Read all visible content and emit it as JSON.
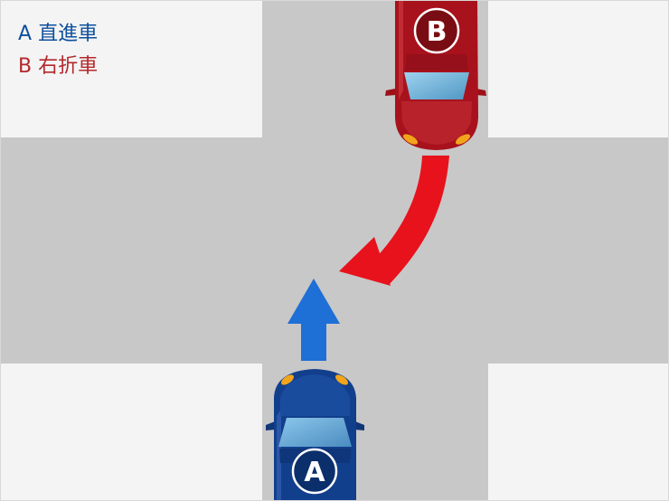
{
  "legend": {
    "a": {
      "letter": "A",
      "label": "直進車",
      "color": "#0d4f9c"
    },
    "b": {
      "letter": "B",
      "label": "右折車",
      "color": "#b3282b"
    }
  },
  "cars": {
    "a": {
      "badge": "A",
      "body_color": "#123f8c",
      "role": "straight"
    },
    "b": {
      "badge": "B",
      "body_color": "#a8121c",
      "role": "right-turn"
    }
  },
  "arrows": {
    "straight": {
      "color": "#1e6fd6",
      "icon": "arrow-up-icon"
    },
    "right_turn": {
      "color": "#e8121c",
      "icon": "curved-arrow-icon"
    }
  },
  "colors": {
    "road": "#c8c8c8",
    "sidewalk": "#f4f4f4"
  }
}
